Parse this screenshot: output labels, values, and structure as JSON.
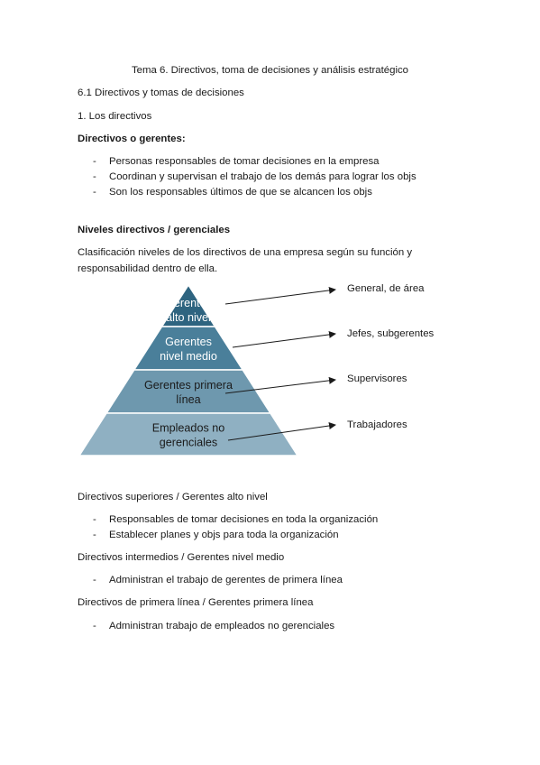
{
  "title": "Tema 6. Directivos, toma de decisiones y análisis estratégico",
  "section": "6.1 Directivos y tomas de decisiones",
  "subsection": "1. Los directivos",
  "heading1": "Directivos o gerentes:",
  "list1": [
    "Personas responsables de tomar decisiones en la empresa",
    "Coordinan y supervisan el trabajo de los demás para lograr los objs",
    "Son los responsables últimos de que se alcancen los objs"
  ],
  "heading2": "Niveles directivos / gerenciales",
  "para": [
    "Clasificación niveles de los directivos de una empresa según su función y",
    "responsabilidad dentro de ella."
  ],
  "pyramid": {
    "levels": [
      {
        "lines": [
          "Gerentes",
          "alto nivel"
        ],
        "color": "#2e6480",
        "label": "General, de área"
      },
      {
        "lines": [
          "Gerentes",
          "nivel medio"
        ],
        "color": "#4a7f9a",
        "label": "Jefes, subgerentes"
      },
      {
        "lines": [
          "Gerentes primera",
          "línea"
        ],
        "color": "#6e98ae",
        "label": "Supervisores"
      },
      {
        "lines": [
          "Empleados no",
          "gerenciales"
        ],
        "color": "#8fb0c2",
        "label": "Trabajadores"
      }
    ]
  },
  "group1": {
    "heading": "Directivos superiores / Gerentes alto nivel",
    "items": [
      "Responsables de tomar decisiones en toda la organización",
      "Establecer planes y objs para toda la organización"
    ]
  },
  "group2": {
    "heading": "Directivos intermedios / Gerentes nivel medio",
    "items": [
      "Administran el trabajo de gerentes de primera línea"
    ]
  },
  "group3": {
    "heading": "Directivos de primera línea / Gerentes primera línea",
    "items": [
      "Administran trabajo de empleados no gerenciales"
    ]
  },
  "dash": "-"
}
